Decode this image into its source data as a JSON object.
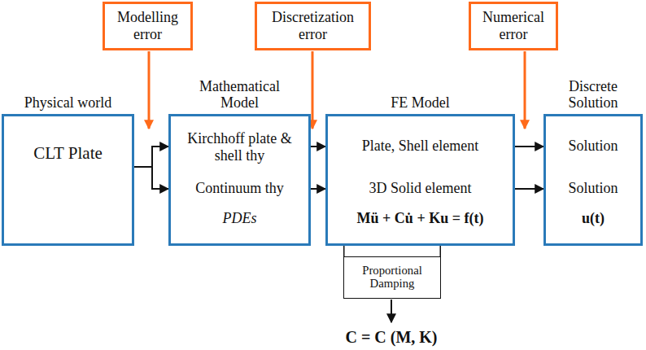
{
  "diagram": {
    "nodes": [
      {
        "text": [
          "Modelling error"
        ]
      },
      {
        "text": [
          "Discretization error"
        ]
      },
      {
        "text": [
          "Numerical error"
        ]
      },
      {
        "text": [
          "Physical world",
          "CLT Plate"
        ]
      },
      {
        "text": [
          "Mathematical Model",
          "Kirchhoff plate & shell thy",
          "Continuum thy",
          "PDEs"
        ]
      },
      {
        "text": [
          "FE Model",
          "Plate, Shell element",
          "3D Solid element",
          "Mü + Cu̇ + Ku = f(t)"
        ]
      },
      {
        "text": [
          "Discrete Solution",
          "Solution",
          "Solution",
          "u(t)"
        ]
      },
      {
        "text": [
          "Proportional Damping"
        ]
      }
    ],
    "edges": [
      {
        "from": 3,
        "to": 4,
        "arrow": "to"
      },
      {
        "from": 3,
        "to": 4,
        "arrow": "to"
      },
      {
        "from": 4,
        "to": 5,
        "arrow": "to"
      },
      {
        "from": 4,
        "to": 5,
        "arrow": "to"
      },
      {
        "from": 5,
        "to": 6,
        "arrow": "to"
      },
      {
        "from": 5,
        "to": 6,
        "arrow": "to"
      },
      {
        "from": 5,
        "to": 7,
        "arrow": "none"
      }
    ],
    "labels": [
      "C = C (M, K)"
    ]
  }
}
